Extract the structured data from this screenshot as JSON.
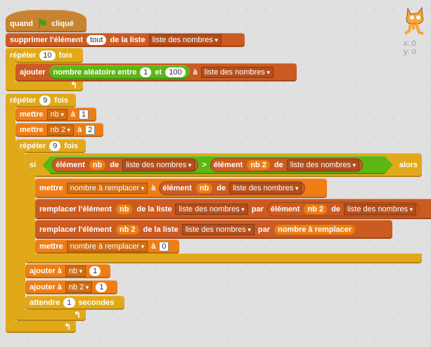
{
  "hat": {
    "when": "quand",
    "clicked": "cliqué"
  },
  "delete": {
    "label": "supprimer l'élément",
    "item": "tout",
    "of_list": "de la liste",
    "list": "liste des nombres"
  },
  "repeat1": {
    "label": "répéter",
    "count": "10",
    "times": "fois"
  },
  "add": {
    "label": "ajouter",
    "random": "nombre aléatoire entre",
    "min": "1",
    "and": "et",
    "max": "100",
    "to": "à",
    "list": "liste des nombres"
  },
  "repeat2": {
    "label": "répéter",
    "count": "9",
    "times": "fois"
  },
  "set1": {
    "label": "mettre",
    "var": "nb",
    "to": "à",
    "value": "1"
  },
  "set2": {
    "label": "mettre",
    "var": "nb 2",
    "to": "à",
    "value": "2"
  },
  "repeat3": {
    "label": "répéter",
    "count": "9",
    "times": "fois"
  },
  "if": {
    "label": "si",
    "then": "alors",
    "item": "élément",
    "a": "nb",
    "of": "de",
    "list": "liste des nombres",
    "gt": ">",
    "b": "nb 2"
  },
  "set3": {
    "label": "mettre",
    "var": "nombre à remplacer",
    "to": "à",
    "item": "élément",
    "idx": "nb",
    "of": "de",
    "list": "liste des nombres"
  },
  "replace1": {
    "label": "remplacer l'élément",
    "idx": "nb",
    "of_list": "de la liste",
    "list": "liste des nombres",
    "by": "par",
    "item": "élément",
    "idx2": "nb 2",
    "of": "de",
    "list2": "liste des nombres"
  },
  "replace2": {
    "label": "remplacer l'élément",
    "idx": "nb 2",
    "of_list": "de la liste",
    "list": "liste des nombres",
    "by": "par",
    "reporter": "nombre à remplacer"
  },
  "set4": {
    "label": "mettre",
    "var": "nombre à remplacer",
    "to": "à",
    "value": "0"
  },
  "change1": {
    "label": "ajouter à",
    "var": "nb",
    "value": "1"
  },
  "change2": {
    "label": "ajouter à",
    "var": "nb 2",
    "value": "1"
  },
  "wait": {
    "label": "attendre",
    "value": "1",
    "unit": "secondes"
  },
  "sprite": {
    "x": "x: 0",
    "y": "y: 0"
  }
}
